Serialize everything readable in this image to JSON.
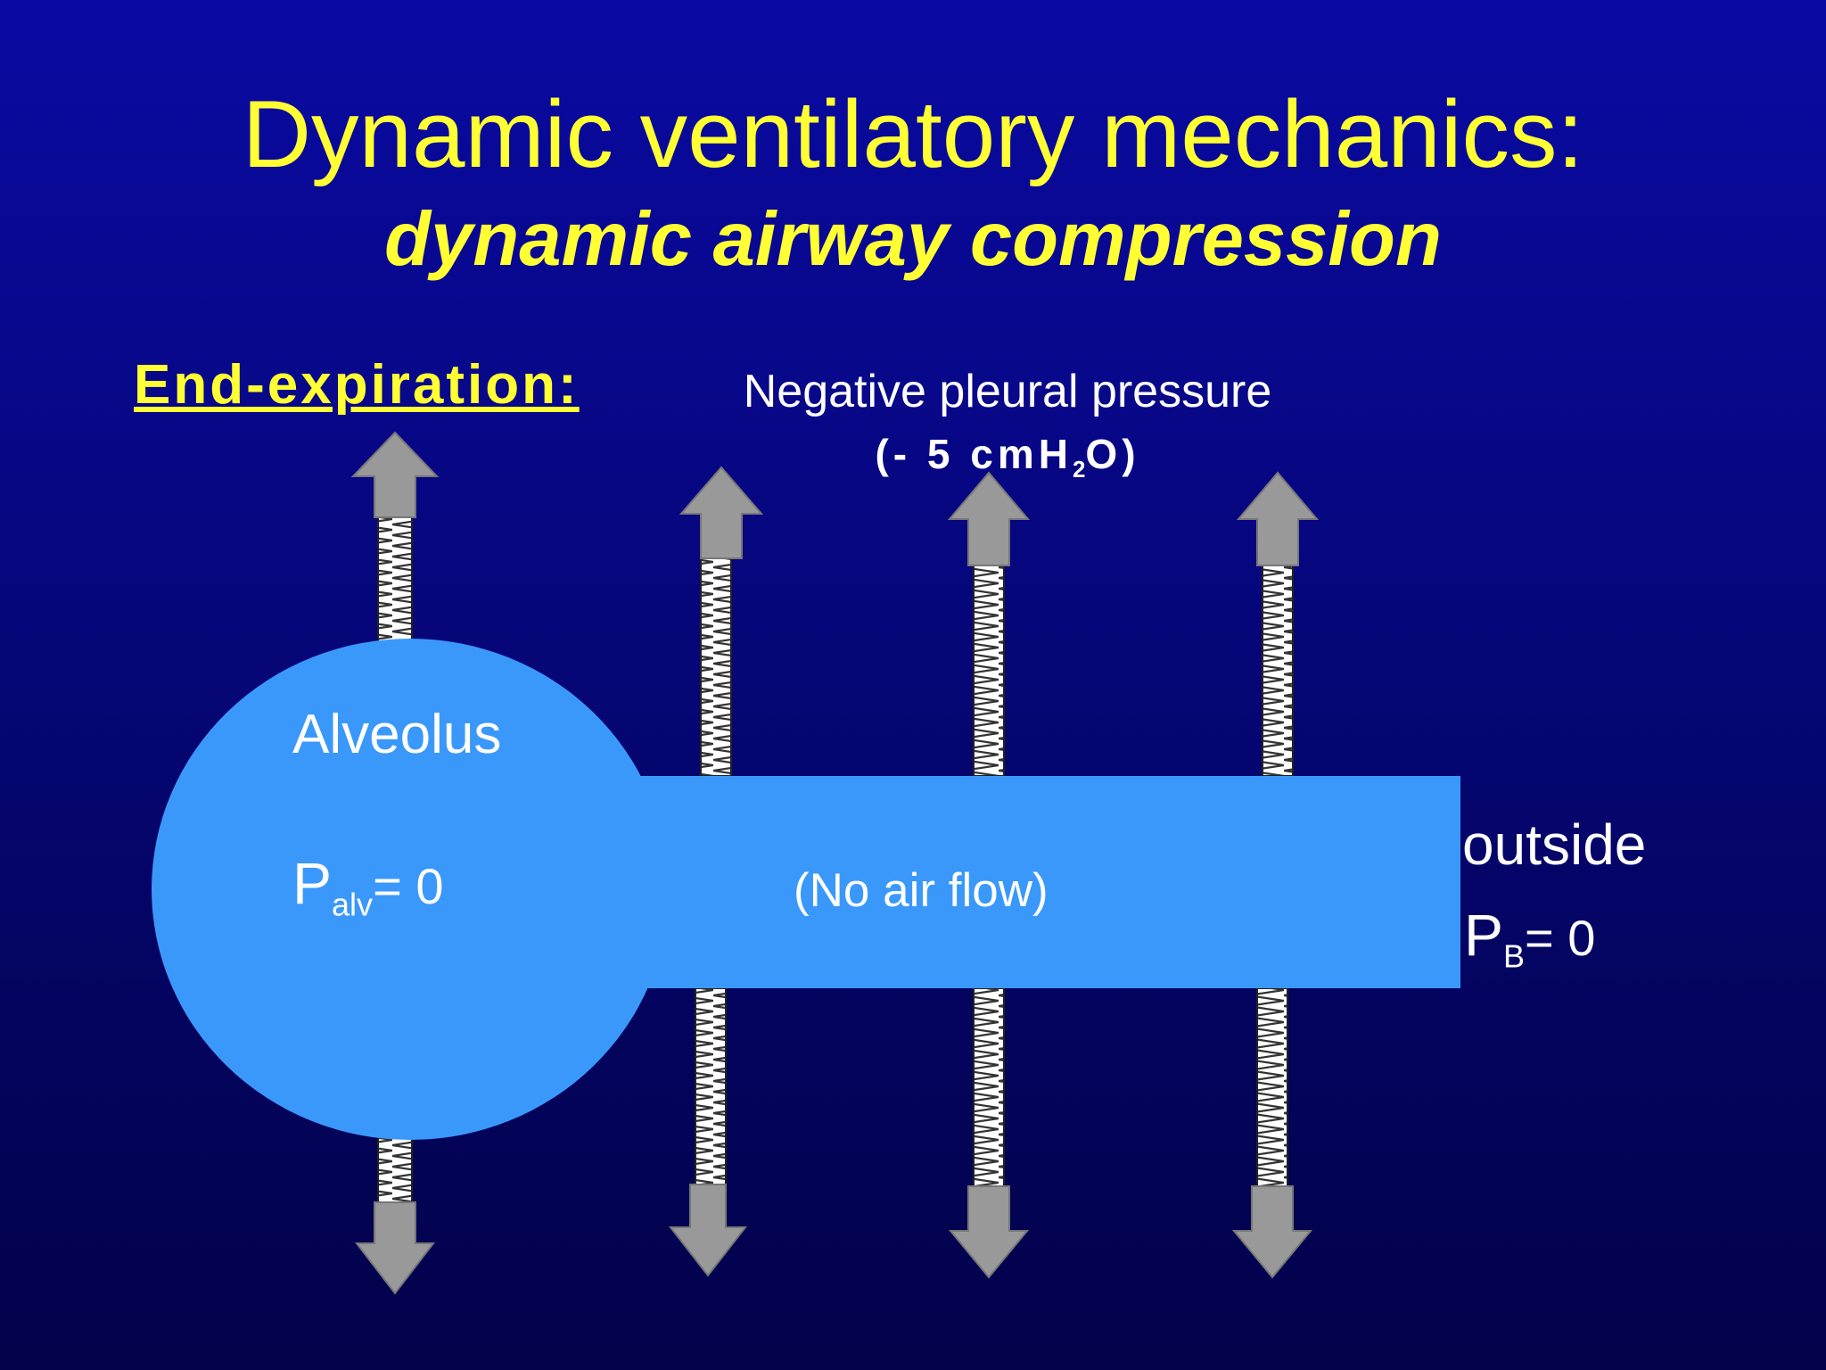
{
  "slide": {
    "title": "Dynamic ventilatory mechanics:",
    "subtitle": "dynamic airway compression",
    "section_label": "End-expiration:"
  },
  "pleural": {
    "label": "Negative pleural pressure",
    "value_prefix": "(- 5 cmH",
    "value_sub": "2",
    "value_suffix": "O)"
  },
  "alveolus": {
    "name": "Alveolus",
    "pressure_symbol": "P",
    "pressure_sub": "alv",
    "pressure_value": "= 0"
  },
  "airway": {
    "flow_label": "(No air flow)"
  },
  "outside": {
    "label": "outside",
    "pressure_symbol": "P",
    "pressure_sub": "B",
    "pressure_value": "= 0"
  },
  "colors": {
    "background": "#050570",
    "title_text": "#ffff33",
    "body_text": "#ffffff",
    "alveolus_fill": "#3a98fb",
    "arrow_fill": "#999999",
    "spring_fill": "#ffffff"
  },
  "icons": [
    "up-arrow-icon",
    "down-arrow-icon",
    "spring-icon"
  ]
}
